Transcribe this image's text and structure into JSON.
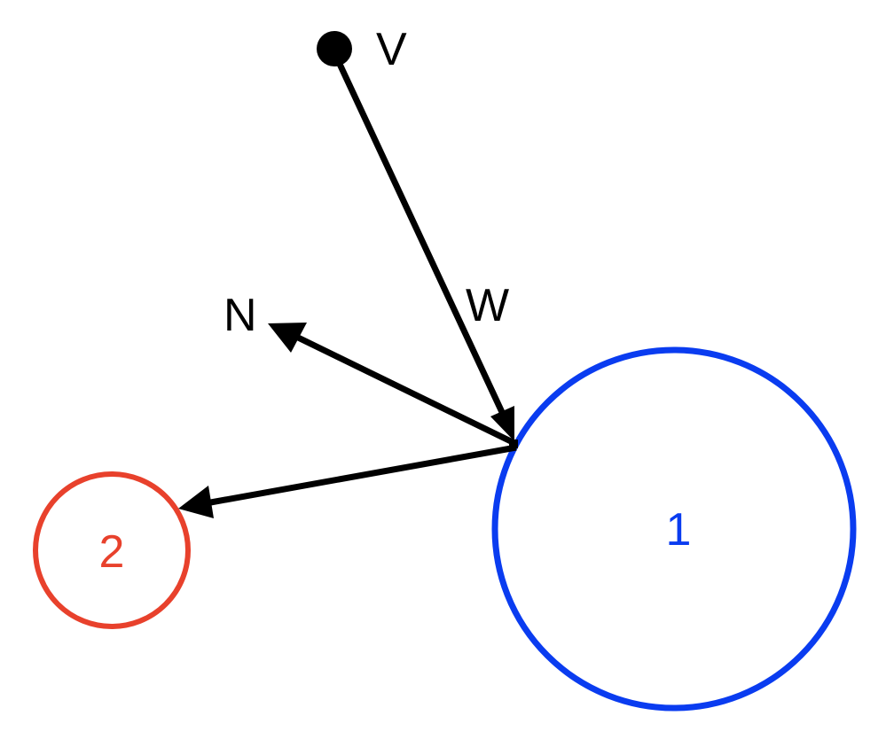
{
  "diagram": {
    "nodes": [
      {
        "id": "V",
        "label": "V",
        "kind": "point"
      },
      {
        "id": "1",
        "label": "1",
        "kind": "circle",
        "color": "#0a3cf0"
      },
      {
        "id": "2",
        "label": "2",
        "kind": "circle",
        "color": "#e8412c"
      }
    ],
    "vectors": [
      {
        "id": "W",
        "label": "W",
        "from": "V",
        "to": "contact-point"
      },
      {
        "id": "N",
        "label": "N",
        "from": "contact-point",
        "direction": "normal"
      },
      {
        "id": "to-2",
        "label": "",
        "from": "contact-point",
        "to": "2"
      }
    ],
    "colors": {
      "ink": "#000000",
      "circle1": "#0a3cf0",
      "circle2": "#e8412c"
    }
  }
}
